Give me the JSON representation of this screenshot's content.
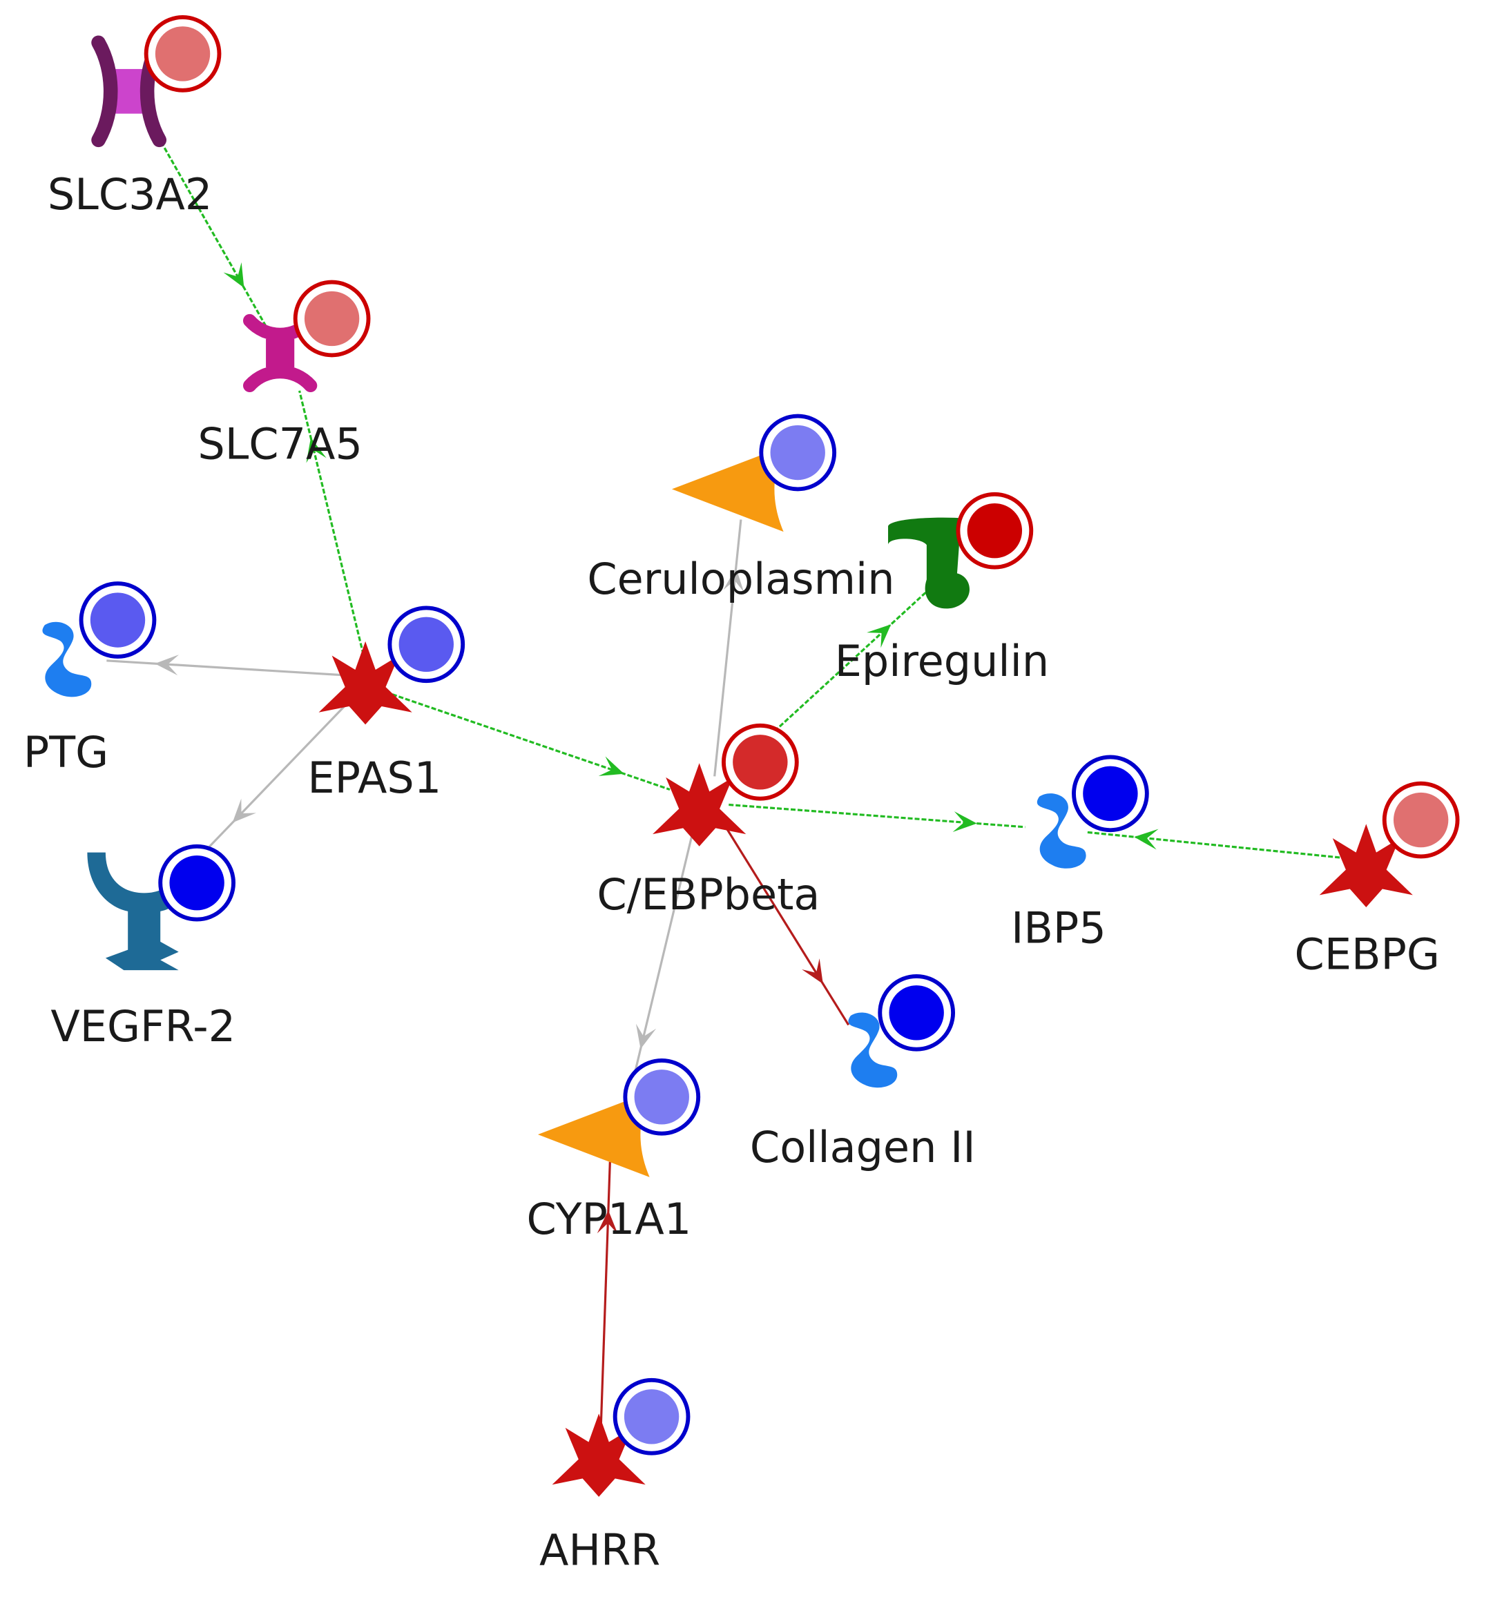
{
  "colors": {
    "edge_activation": "#22bb22",
    "edge_inhibition": "#b51c1c",
    "edge_unspecified": "#b8b8b8",
    "up_ring": "#cc0000",
    "down_ring": "#0000cc"
  },
  "nodes": [
    {
      "id": "SLC3A2",
      "label": "SLC3A2",
      "shape": "transporter-icon",
      "color": "#cc44cc",
      "dark": "#6b1a5e",
      "regulation": "up",
      "level": "weak"
    },
    {
      "id": "SLC7A5",
      "label": "SLC7A5",
      "shape": "transporter-icon",
      "color": "#c21a8c",
      "dark": "#c21a8c",
      "regulation": "up",
      "level": "weak"
    },
    {
      "id": "PTG",
      "label": "PTG",
      "shape": "generic-protein-icon",
      "color": "#1e7ef0",
      "regulation": "down",
      "level": "medium"
    },
    {
      "id": "EPAS1",
      "label": "EPAS1",
      "shape": "transcription-factor-icon",
      "color": "#cc1111",
      "regulation": "down",
      "level": "medium"
    },
    {
      "id": "VEGFR-2",
      "label": "VEGFR-2",
      "shape": "receptor-icon",
      "color": "#1e6a96",
      "regulation": "down",
      "level": "strong"
    },
    {
      "id": "Ceruloplasmin",
      "label": "Ceruloplasmin",
      "shape": "enzyme-icon",
      "color": "#f79a10",
      "regulation": "down",
      "level": "weak"
    },
    {
      "id": "Epiregulin",
      "label": "Epiregulin",
      "shape": "ligand-icon",
      "color": "#117a11",
      "regulation": "up",
      "level": "strong"
    },
    {
      "id": "C/EBPbeta",
      "label": "C/EBPbeta",
      "shape": "transcription-factor-icon",
      "color": "#cc1111",
      "regulation": "up",
      "level": "medium"
    },
    {
      "id": "IBP5",
      "label": "IBP5",
      "shape": "generic-protein-icon",
      "color": "#1e7ef0",
      "regulation": "down",
      "level": "strong"
    },
    {
      "id": "CEBPG",
      "label": "CEBPG",
      "shape": "transcription-factor-icon",
      "color": "#cc1111",
      "regulation": "up",
      "level": "weak"
    },
    {
      "id": "Collagen II",
      "label": "Collagen II",
      "shape": "generic-protein-icon",
      "color": "#1e7ef0",
      "regulation": "down",
      "level": "strong"
    },
    {
      "id": "CYP1A1",
      "label": "CYP1A1",
      "shape": "enzyme-icon",
      "color": "#f79a10",
      "regulation": "down",
      "level": "weak"
    },
    {
      "id": "AHRR",
      "label": "AHRR",
      "shape": "transcription-factor-icon",
      "color": "#cc1111",
      "regulation": "down",
      "level": "weak"
    }
  ],
  "edges": [
    {
      "from": "SLC3A2",
      "to": "SLC7A5",
      "effect": "activation"
    },
    {
      "from": "EPAS1",
      "to": "SLC7A5",
      "effect": "activation"
    },
    {
      "from": "EPAS1",
      "to": "PTG",
      "effect": "unspecified"
    },
    {
      "from": "EPAS1",
      "to": "VEGFR-2",
      "effect": "unspecified"
    },
    {
      "from": "EPAS1",
      "to": "C/EBPbeta",
      "effect": "activation"
    },
    {
      "from": "C/EBPbeta",
      "to": "Ceruloplasmin",
      "effect": "unspecified"
    },
    {
      "from": "C/EBPbeta",
      "to": "Epiregulin",
      "effect": "activation"
    },
    {
      "from": "C/EBPbeta",
      "to": "IBP5",
      "effect": "activation"
    },
    {
      "from": "CEBPG",
      "to": "IBP5",
      "effect": "activation"
    },
    {
      "from": "C/EBPbeta",
      "to": "Collagen II",
      "effect": "inhibition"
    },
    {
      "from": "C/EBPbeta",
      "to": "CYP1A1",
      "effect": "unspecified"
    },
    {
      "from": "AHRR",
      "to": "CYP1A1",
      "effect": "inhibition"
    }
  ]
}
